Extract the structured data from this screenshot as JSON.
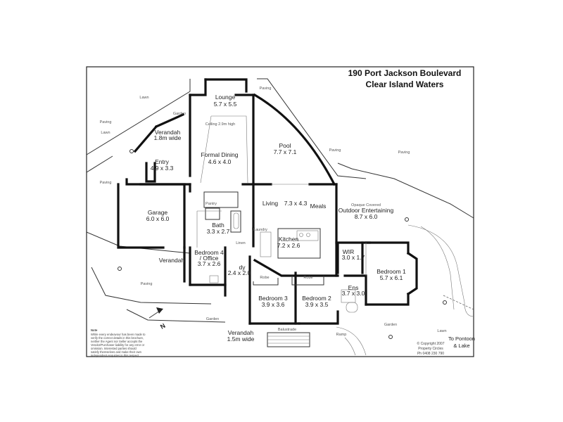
{
  "title": {
    "line1": "190 Port Jackson Boulevard",
    "line2": "Clear Island Waters"
  },
  "rooms": {
    "lounge": {
      "name": "Lounge",
      "size": "5.7 x 5.5"
    },
    "verandah_top": {
      "name": "Verandah",
      "size": "1.8m wide"
    },
    "entry": {
      "name": "Entry",
      "size": "4.9 x 3.3"
    },
    "formal_dining": {
      "name": "Formal Dining",
      "size": "4.6 x 4.0"
    },
    "pool": {
      "name": "Pool",
      "size": "7.7 x 7.1"
    },
    "garage": {
      "name": "Garage",
      "size": "6.0 x 6.0"
    },
    "bath": {
      "name": "Bath",
      "size": "3.3 x 2.7"
    },
    "living": {
      "name": "Living",
      "size": "7.3 x 4.3"
    },
    "meals": {
      "name": "Meals"
    },
    "kitchen": {
      "name": "Kitchen",
      "size": "7.2 x 2.6"
    },
    "outdoor": {
      "name": "Outdoor Entertaining",
      "size": "8.7 x 6.0",
      "note": "Opaque Covered"
    },
    "bedroom4": {
      "name": "Bedroom 4",
      "line2": "/ Office",
      "size": "3.7 x 2.6"
    },
    "verandah_left": {
      "name": "Verandah"
    },
    "study": {
      "name": "dy",
      "size": "2.4 x 2.0"
    },
    "bedroom3": {
      "name": "Bedroom 3",
      "size": "3.9 x 3.6"
    },
    "bedroom2": {
      "name": "Bedroom 2",
      "size": "3.9 x 3.5"
    },
    "wir": {
      "name": "WIR",
      "size": "3.0 x 1.7"
    },
    "ens": {
      "name": "Ens",
      "size": "3.7 x 3.0"
    },
    "bedroom1": {
      "name": "Bedroom 1",
      "size": "5.7 x 6.1"
    },
    "verandah_bottom": {
      "name": "Verandah",
      "size": "1.5m wide"
    }
  },
  "labels": {
    "lawn": "Lawn",
    "paving": "Paving",
    "garden": "Garden",
    "ceiling": "Ceiling 2.9m high",
    "pantry": "Pantry",
    "robe": "Robe",
    "linen": "Linen",
    "laundry": "Laundry",
    "balustrade": "Balustrade",
    "ramp": "Ramp",
    "north": "N",
    "pontoon": "To Pontoon",
    "lake": "& Lake"
  },
  "note": {
    "heading": "Note",
    "lines": [
      "While every endeavour has been made to",
      "verify the correct details in this brochure,",
      "neither the Agent nor Seller accepts the",
      "Vendor/Purchaser liability for any error or",
      "omission. Interested parties should",
      "satisfy themselves and make their own",
      "independent enquiries in this respect."
    ]
  },
  "copyright": {
    "line1": "© Copyright 2007",
    "line2": "Property Circles",
    "line3": "Ph 0408 230 790"
  }
}
